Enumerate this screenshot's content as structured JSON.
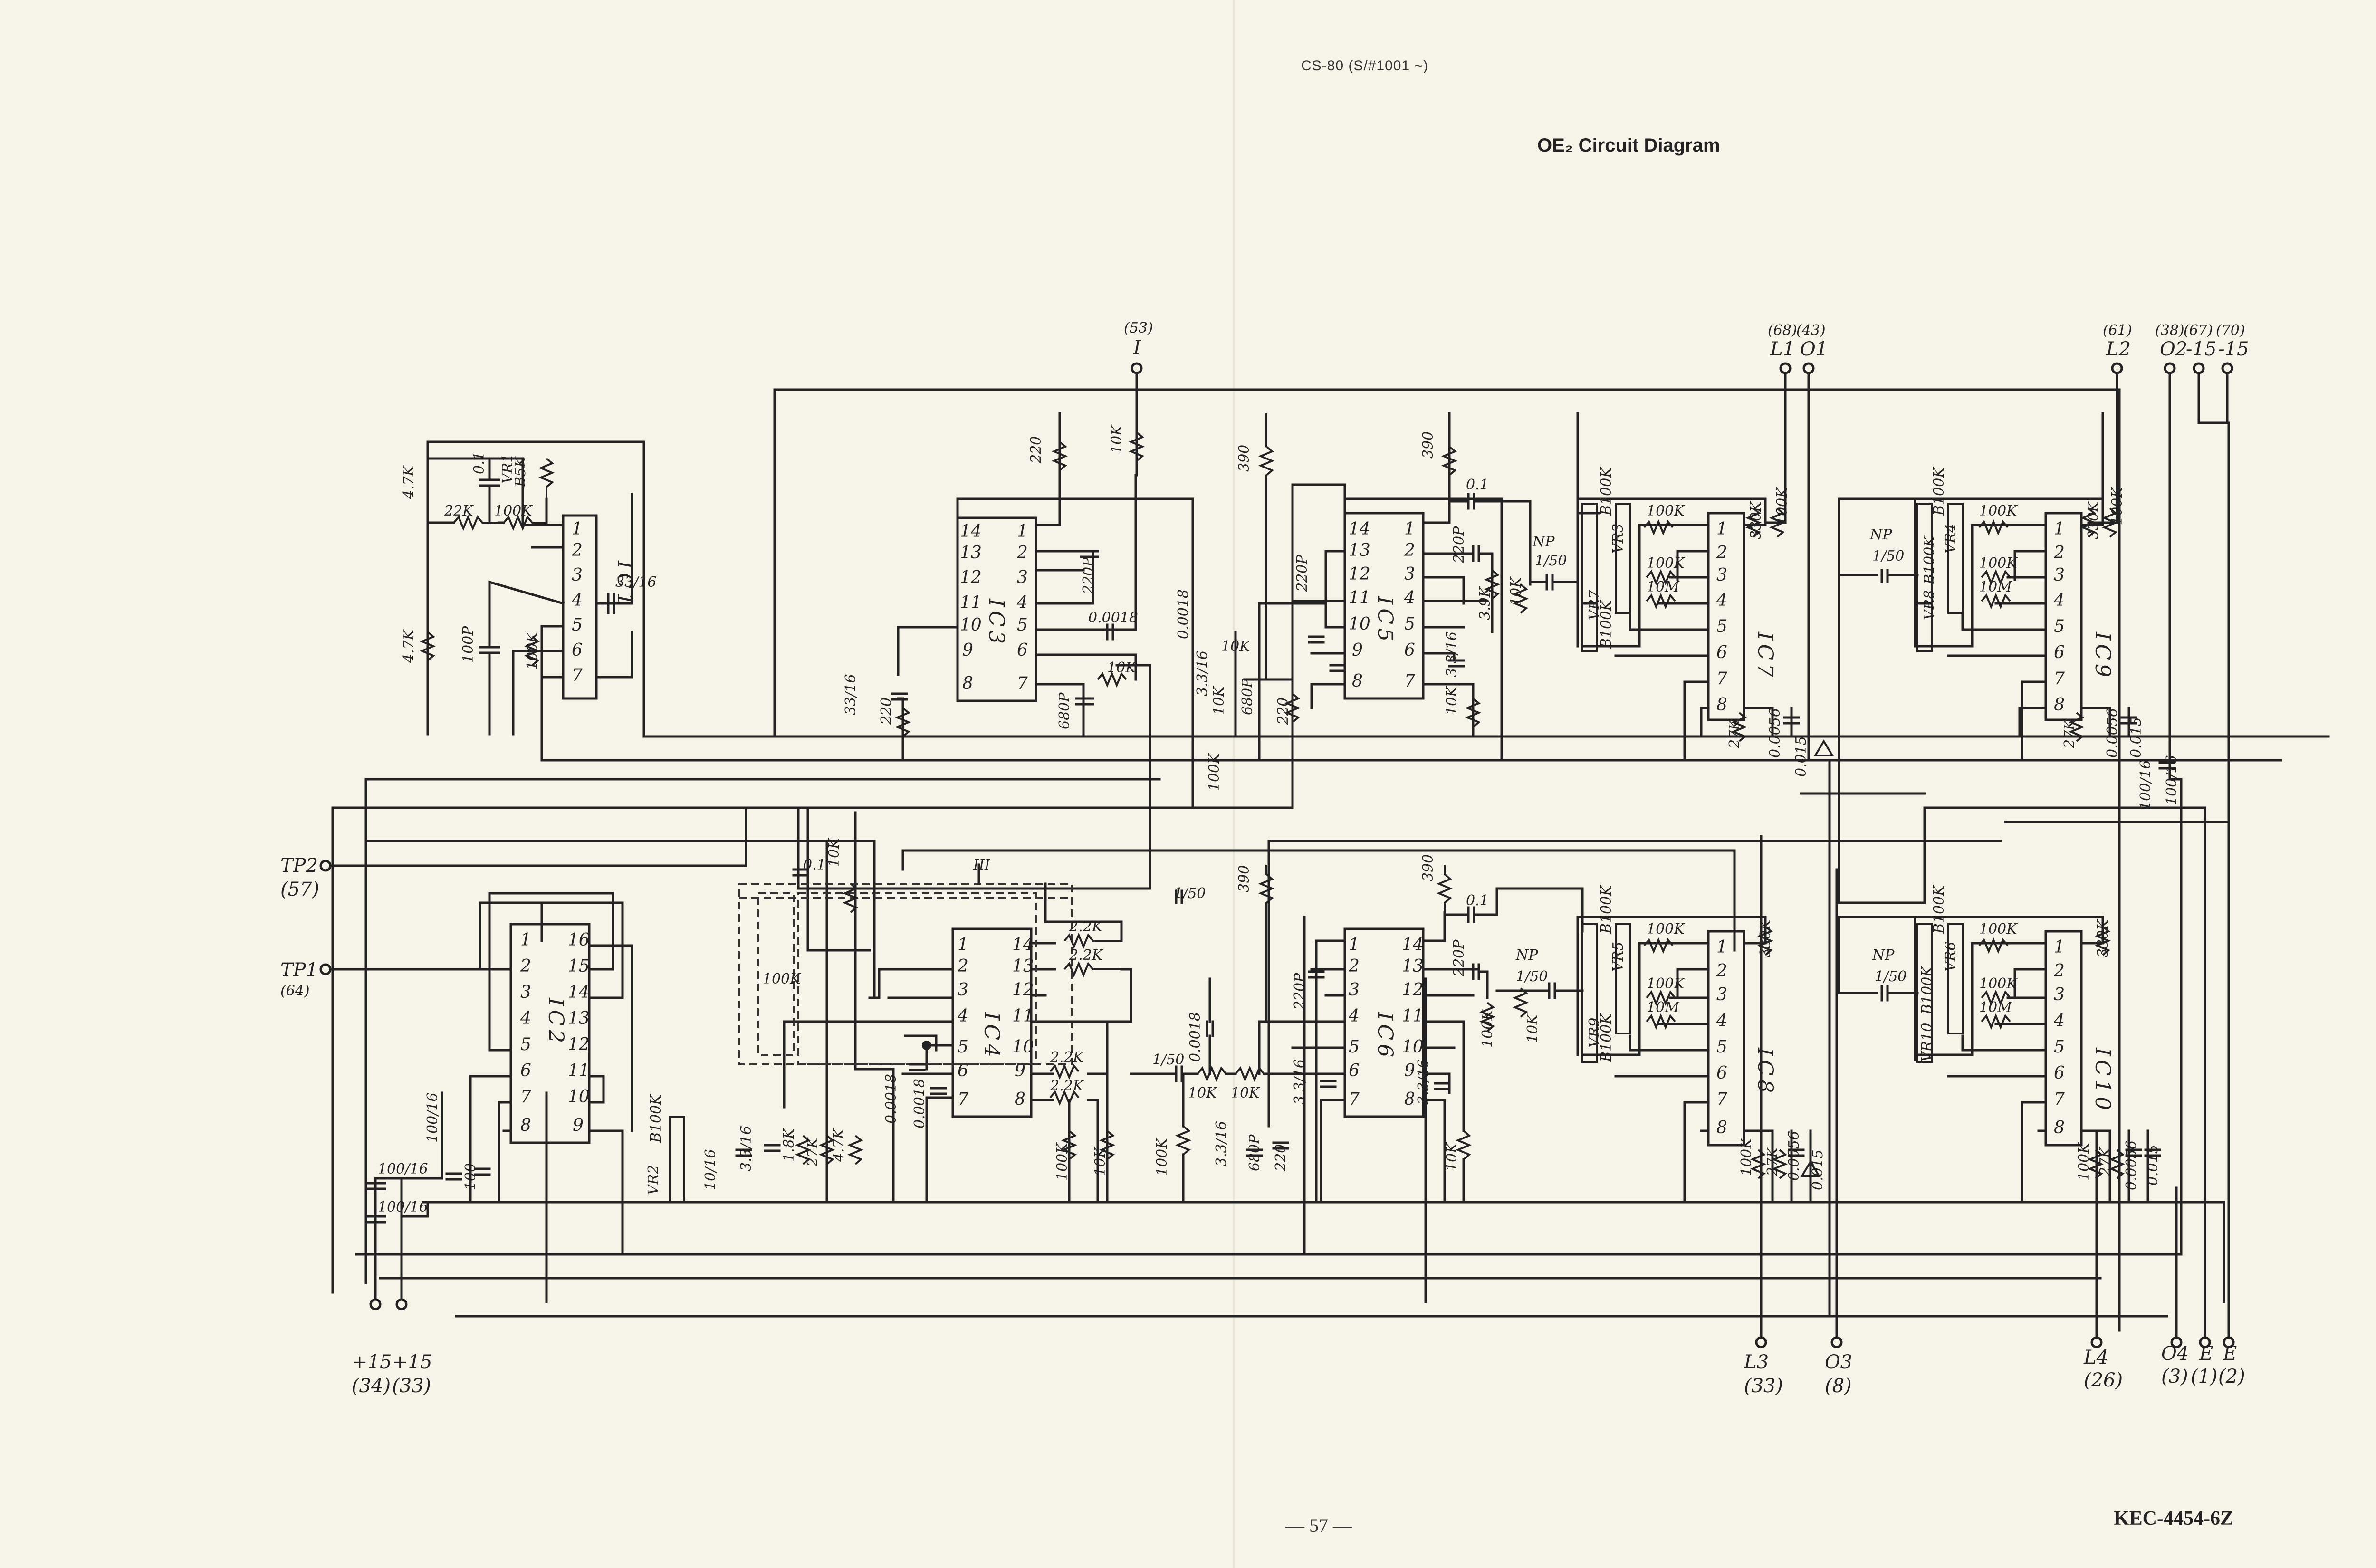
{
  "header": {
    "model": "CS-80 (S/#1001 ~)",
    "title": "OE₂ Circuit Diagram"
  },
  "footer": {
    "page": "— 57 —",
    "code": "KEC-4454-6Z"
  },
  "terminals": {
    "i": {
      "pin": "(53)",
      "name": "I"
    },
    "l1": {
      "pin": "(68)",
      "name": "L1"
    },
    "o1": {
      "pin": "(43)",
      "name": "O1"
    },
    "l2": {
      "pin": "(61)",
      "name": "L2"
    },
    "o2": {
      "pin": "(38)",
      "name": "O2"
    },
    "m15a": {
      "pin": "(67)",
      "name": "-15"
    },
    "m15b": {
      "pin": "(70)",
      "name": "-15"
    },
    "tp2": {
      "name": "TP2",
      "pin": "(57)"
    },
    "tp1": {
      "name": "TP1",
      "pin": "(64)"
    },
    "p15a": {
      "name": "+15",
      "pin": "(34)"
    },
    "p15b": {
      "name": "+15",
      "pin": "(33)"
    },
    "l3": {
      "name": "L3",
      "pin": "(33)"
    },
    "o3": {
      "name": "O3",
      "pin": "(8)"
    },
    "l4": {
      "name": "L4",
      "pin": "(26)"
    },
    "o4": {
      "name": "O4",
      "pin": "(3)"
    },
    "e1": {
      "name": "E",
      "pin": "(1)"
    },
    "e2": {
      "name": "E",
      "pin": "(2)"
    }
  },
  "ics": {
    "ic1": "IC1",
    "ic2": "IC2",
    "ic3": "IC3",
    "ic4": "IC4",
    "ic5": "IC5",
    "ic6": "IC6",
    "ic7": "IC7",
    "ic8": "IC8",
    "ic9": "IC9",
    "ic10": "IC10"
  },
  "pins": {
    "p1": "1",
    "p2": "2",
    "p3": "3",
    "p4": "4",
    "p5": "5",
    "p6": "6",
    "p7": "7",
    "p8": "8",
    "p9": "9",
    "p10": "10",
    "p11": "11",
    "p12": "12",
    "p13": "13",
    "p14": "14",
    "p15": "15",
    "p16": "16"
  },
  "components": {
    "r_4_7k": "4.7K",
    "r_22k": "22K",
    "r_100k": "100K",
    "c_0_1": "0.1",
    "vr1": "VR1",
    "b5k": "B5K",
    "c_33_16": "33/16",
    "c_100p": "100P",
    "r_220": "220",
    "r_10k": "10K",
    "c_220p": "220P",
    "c_0_0018": "0.0018",
    "c_680p": "680P",
    "r_390": "390",
    "r_3_9k": "3.9K",
    "np": "NP",
    "c_1_50": "1/50",
    "vr3": "VR3",
    "vr7": "VR7",
    "vr5": "VR5",
    "vr9": "VR9",
    "vr4": "VR4",
    "vr8": "VR8",
    "vr6": "VR6",
    "vr10": "VR10",
    "vr2": "VR2",
    "b100k": "B100K",
    "r_10m": "10M",
    "r_330k": "330K",
    "r_27k": "27K",
    "c_0_0056": "0.0056",
    "c_0_015": "0.015",
    "c_100_16": "100/16",
    "r_2_2k": "2.2K",
    "r_1_8k": "1.8K",
    "c_10_16": "10/16",
    "c_3_3_16": "3.3/16",
    "r_100": "100",
    "g_mark": "ΙΙΙ"
  }
}
